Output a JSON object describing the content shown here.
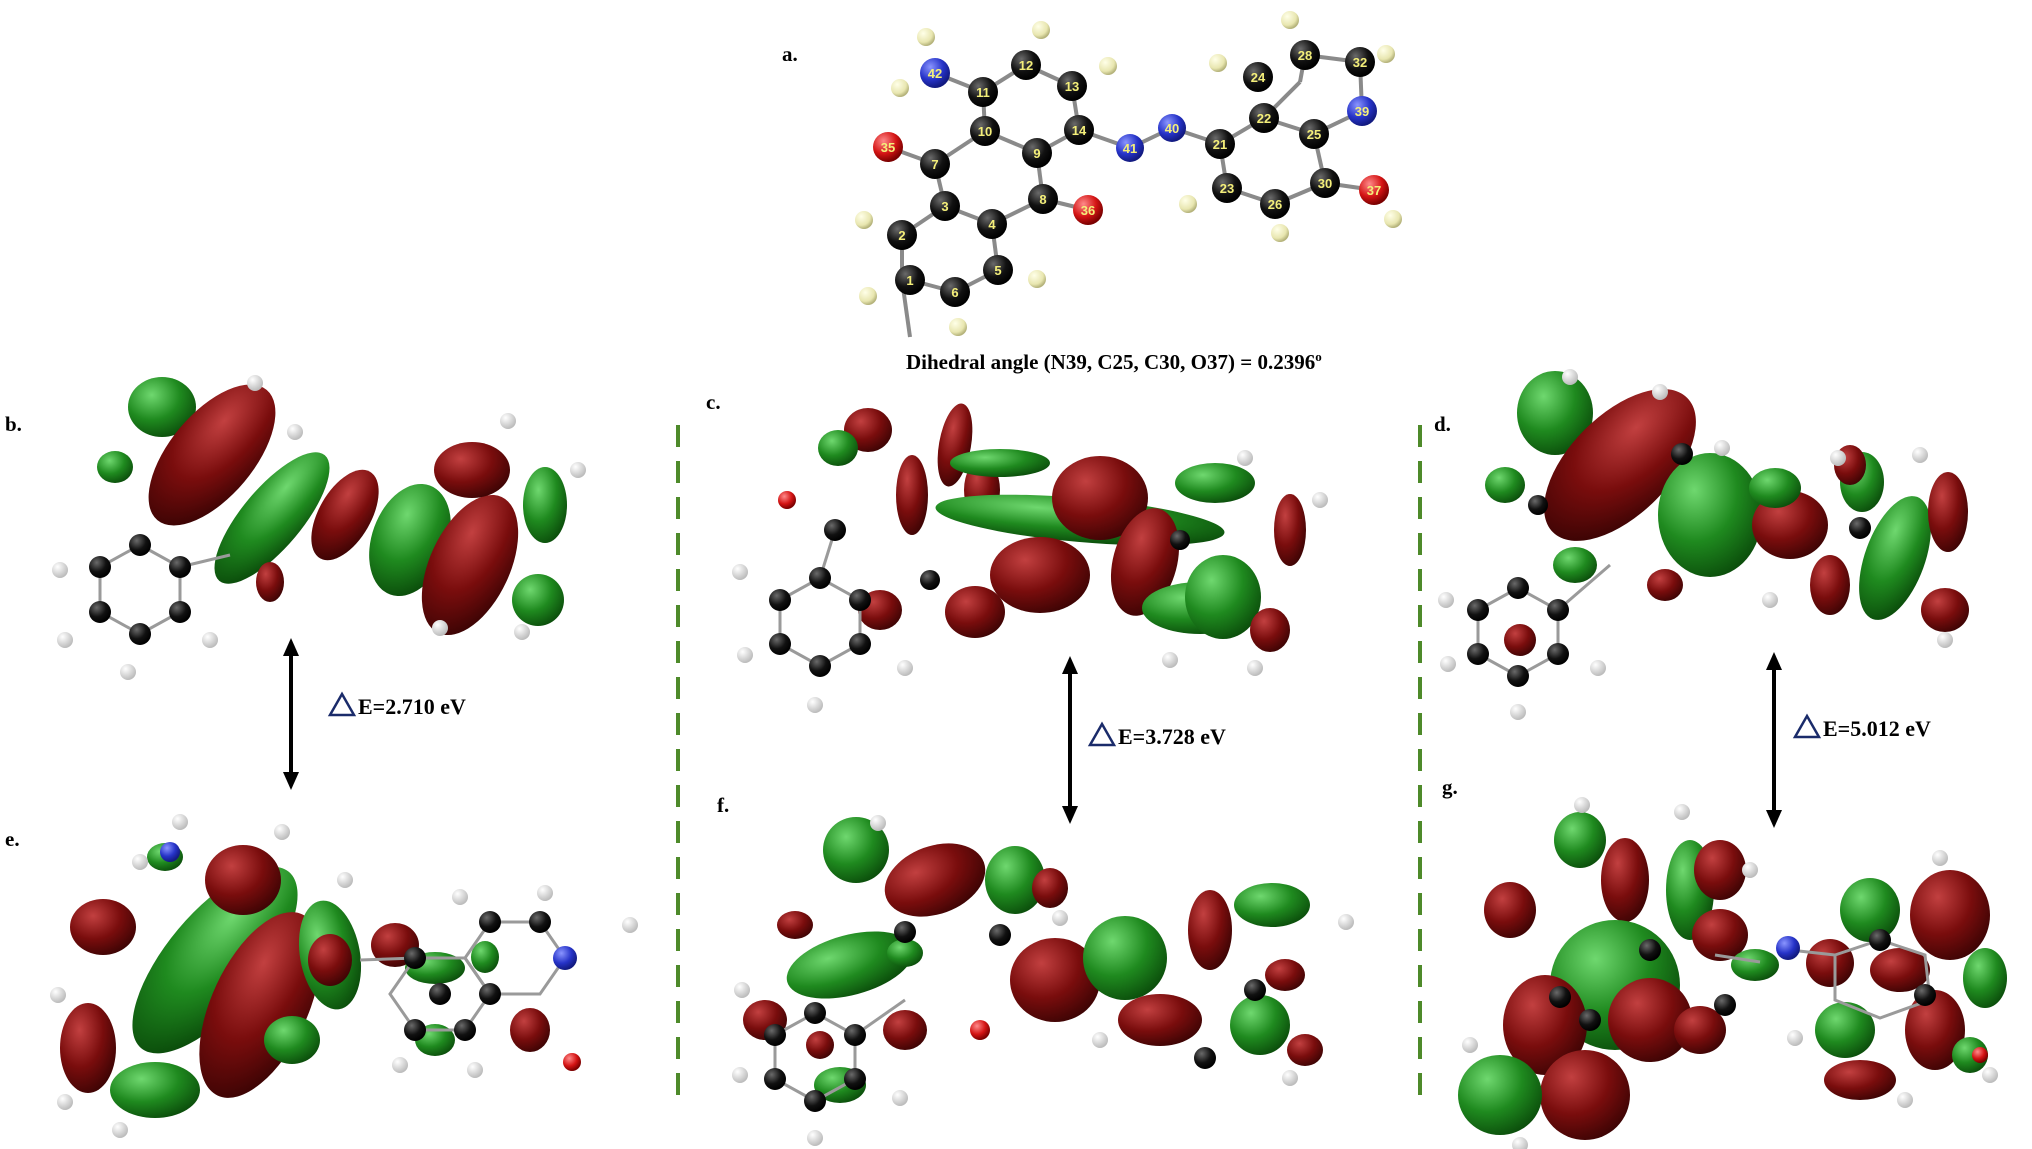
{
  "labels": {
    "a": "a.",
    "b": "b.",
    "c": "c.",
    "d": "d.",
    "e": "e.",
    "f": "f.",
    "g": "g."
  },
  "dihedral": {
    "text": "Dihedral angle (N39, C25, C30, O37) = 0.2396",
    "unit": "o"
  },
  "energy_gaps": {
    "left": "E=2.710 eV",
    "middle": "E=3.728 eV",
    "right": "E=5.012 eV"
  },
  "atom_numbers": [
    "1",
    "2",
    "3",
    "4",
    "5",
    "6",
    "7",
    "8",
    "9",
    "10",
    "11",
    "12",
    "13",
    "14",
    "21",
    "22",
    "23",
    "24",
    "25",
    "26",
    "28",
    "30",
    "32",
    "35",
    "36",
    "37",
    "39",
    "40",
    "41",
    "42"
  ],
  "colors": {
    "carbon": "#0a0a0a",
    "nitrogen": "#2633c8",
    "oxygen": "#d41414",
    "hydrogen": "#e8e6b0",
    "lobe_green": "#1f8a1f",
    "lobe_red": "#7a0d0d",
    "divider": "#4e8a2a"
  }
}
